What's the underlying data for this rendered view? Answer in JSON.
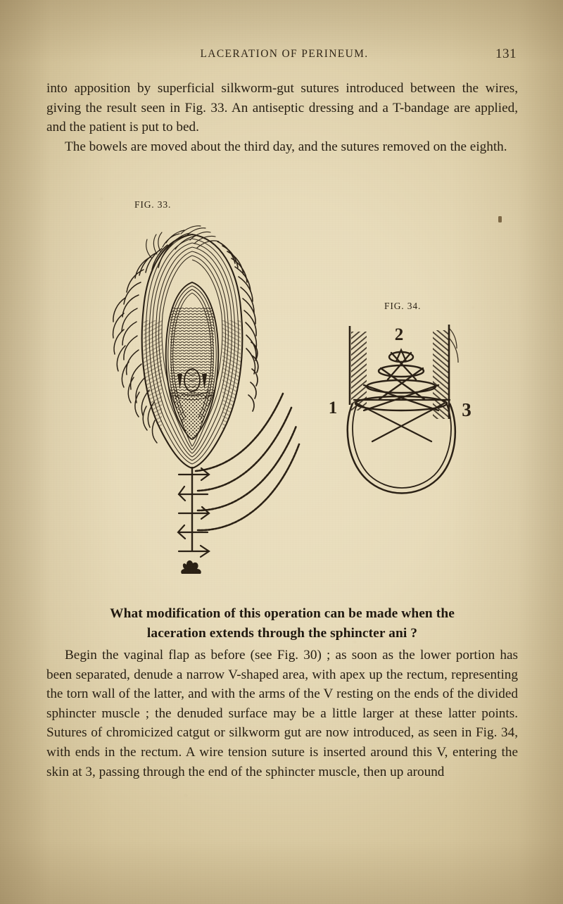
{
  "page": {
    "running_head": "LACERATION OF PERINEUM.",
    "folio": "131",
    "paper_color": "#e8dcbb",
    "ink_color": "#2a2015"
  },
  "paragraphs": {
    "top_continued": "into apposition by superficial silkworm-gut sutures introduced between the wires, giving the result seen in Fig. 33.  An antiseptic dressing and a T-bandage are applied, and the patient is put to bed.",
    "top_second": "The bowels are moved about the third day, and the sutures removed on the eighth.",
    "lower_first": "Begin the vaginal flap as before (see Fig. 30) ; as soon as the lower portion has been separated, denude a narrow V-shaped area, with apex up the rectum, representing the torn wall of the latter, and with the arms of the V resting on the ends of the divided sphincter muscle ; the denuded surface may be a little larger at these latter points.  Sutures of chromicized catgut or silkworm gut are now introduced, as seen in Fig. 34, with ends in the rectum.  A wire tension suture is inserted around this V, entering the skin at 3, passing through the end of the sphincter muscle, then up around"
  },
  "heading": {
    "line1": "What modification of this operation can be made when the",
    "line2": "laceration extends through the sphincter ani ?"
  },
  "figures": [
    {
      "id": "fig33",
      "caption_prefix": "Fig.",
      "caption_number": "33.",
      "caption_full": "Fig. 33.",
      "description": "Engraving of perineum after repair, showing vulva with surrounding hair, a vertical line of interrupted sutures below, and four curved suture threads sweeping to the lower right.",
      "labels": []
    },
    {
      "id": "fig34",
      "caption_prefix": "Fig.",
      "caption_number": "34.",
      "caption_full": "Fig. 34.",
      "description": "Diagram of rectum and sphincter showing crossed catgut sutures over a V-shaped denuded area with a circular wire tension suture.",
      "labels": [
        {
          "text": "1",
          "position": "left"
        },
        {
          "text": "2",
          "position": "top"
        },
        {
          "text": "3",
          "position": "right"
        }
      ]
    }
  ],
  "marks": {
    "speck": "ink-speck"
  }
}
